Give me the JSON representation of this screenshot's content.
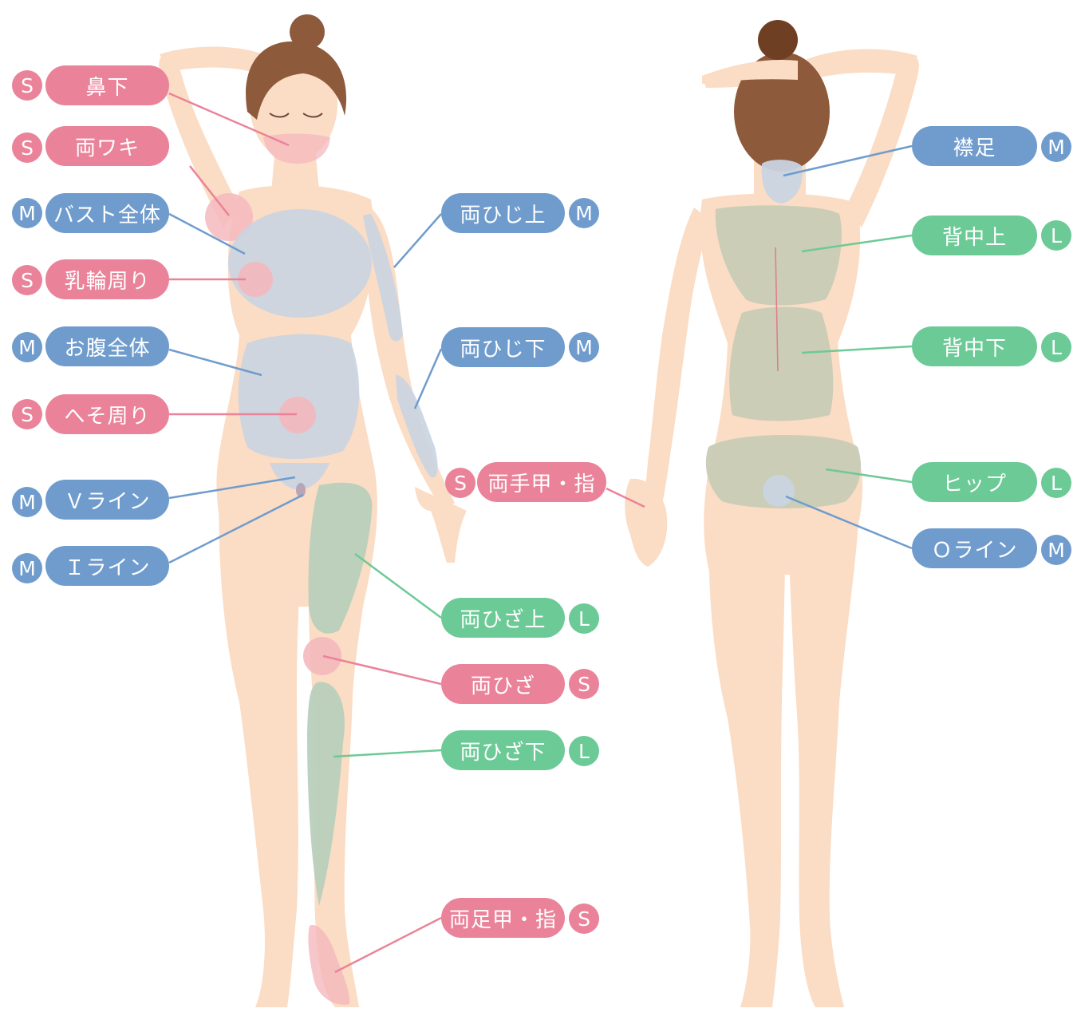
{
  "colors": {
    "pink": "#ea8399",
    "blue": "#6f9ccd",
    "green": "#6cca97",
    "skin": "#fbdcc4",
    "hair": "#8e5a3c",
    "zone_blue": "#c9d4e1",
    "zone_green": "#b9cfbc",
    "zone_pink": "#f4b8bd",
    "zone_dark": "#c8cbb5"
  },
  "front": {
    "labels": [
      {
        "id": "nose",
        "text": "鼻下",
        "size": "S",
        "color": "pink"
      },
      {
        "id": "armpit",
        "text": "両ワキ",
        "size": "S",
        "color": "pink"
      },
      {
        "id": "bust",
        "text": "バスト全体",
        "size": "M",
        "color": "blue"
      },
      {
        "id": "areola",
        "text": "乳輪周り",
        "size": "S",
        "color": "pink"
      },
      {
        "id": "belly",
        "text": "お腹全体",
        "size": "M",
        "color": "blue"
      },
      {
        "id": "navel",
        "text": "へそ周り",
        "size": "S",
        "color": "pink"
      },
      {
        "id": "vline",
        "text": "Ｖライン",
        "size": "M",
        "color": "blue"
      },
      {
        "id": "iline",
        "text": "Ｉライン",
        "size": "M",
        "color": "blue"
      },
      {
        "id": "upper-arm",
        "text": "両ひじ上",
        "size": "M",
        "color": "blue"
      },
      {
        "id": "forearm",
        "text": "両ひじ下",
        "size": "M",
        "color": "blue"
      },
      {
        "id": "hand",
        "text": "両手甲・指",
        "size": "S",
        "color": "pink"
      },
      {
        "id": "thigh",
        "text": "両ひざ上",
        "size": "L",
        "color": "green"
      },
      {
        "id": "knee",
        "text": "両ひざ",
        "size": "S",
        "color": "pink"
      },
      {
        "id": "shin",
        "text": "両ひざ下",
        "size": "L",
        "color": "green"
      },
      {
        "id": "foot",
        "text": "両足甲・指",
        "size": "S",
        "color": "pink"
      }
    ]
  },
  "back": {
    "labels": [
      {
        "id": "nape",
        "text": "襟足",
        "size": "M",
        "color": "blue"
      },
      {
        "id": "upper-back",
        "text": "背中上",
        "size": "L",
        "color": "green"
      },
      {
        "id": "lower-back",
        "text": "背中下",
        "size": "L",
        "color": "green"
      },
      {
        "id": "hip",
        "text": "ヒップ",
        "size": "L",
        "color": "green"
      },
      {
        "id": "oline",
        "text": "Ｏライン",
        "size": "M",
        "color": "blue"
      }
    ]
  }
}
